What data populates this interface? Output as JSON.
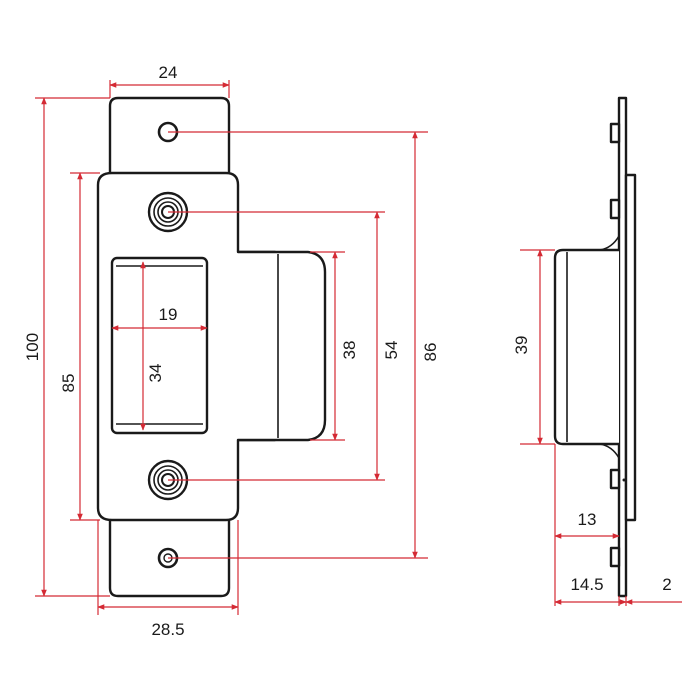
{
  "colors": {
    "dimension_line": "#d42a34",
    "outline": "#1a1a1a",
    "background": "#ffffff"
  },
  "front_view": {
    "dimensions": {
      "top_tab_width": "24",
      "overall_height": "100",
      "plate_height": "85",
      "opening_width": "19",
      "opening_height": "34",
      "lip_height": "38",
      "screw_spacing": "54",
      "mount_hole_spacing": "86",
      "plate_width": "28.5"
    }
  },
  "side_view": {
    "dimensions": {
      "lip_height": "39",
      "lip_depth": "13",
      "overall_depth": "14.5",
      "plate_thickness": "2"
    }
  }
}
